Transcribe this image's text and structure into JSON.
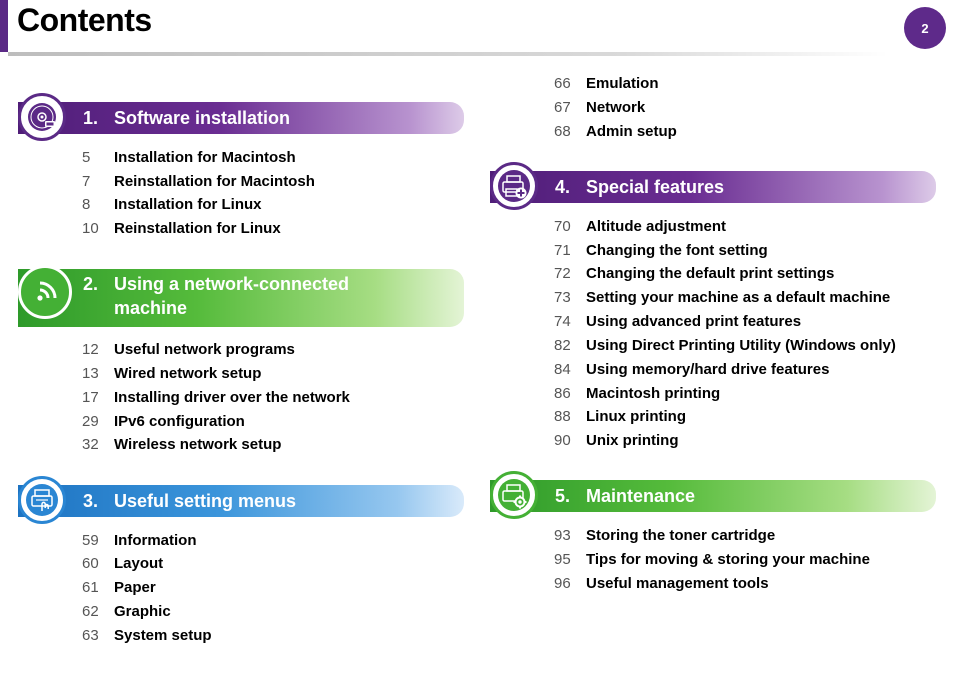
{
  "header": {
    "title": "Contents",
    "page_number": "2"
  },
  "sections": [
    {
      "number": "1.",
      "title": "Software installation",
      "icon": "disc-icon",
      "color": "#5b2a86",
      "entries": [
        {
          "page": "5",
          "label": "Installation for Macintosh"
        },
        {
          "page": "7",
          "label": "Reinstallation for Macintosh"
        },
        {
          "page": "8",
          "label": "Installation for Linux"
        },
        {
          "page": "10",
          "label": "Reinstallation for Linux"
        }
      ]
    },
    {
      "number": "2.",
      "title": "Using a network-connected machine",
      "icon": "wifi-icon",
      "color": "#44b035",
      "entries": [
        {
          "page": "12",
          "label": "Useful network programs"
        },
        {
          "page": "13",
          "label": "Wired network setup"
        },
        {
          "page": "17",
          "label": "Installing driver over the network"
        },
        {
          "page": "29",
          "label": "IPv6  configuration"
        },
        {
          "page": "32",
          "label": "Wireless network setup"
        }
      ]
    },
    {
      "number": "3.",
      "title": "Useful setting menus",
      "icon": "printer-touch-icon",
      "color": "#2a86d3",
      "entries": [
        {
          "page": "59",
          "label": "Information"
        },
        {
          "page": "60",
          "label": "Layout"
        },
        {
          "page": "61",
          "label": "Paper"
        },
        {
          "page": "62",
          "label": "Graphic"
        },
        {
          "page": "63",
          "label": "System setup"
        },
        {
          "page": "66",
          "label": "Emulation"
        },
        {
          "page": "67",
          "label": "Network"
        },
        {
          "page": "68",
          "label": "Admin setup"
        }
      ]
    },
    {
      "number": "4.",
      "title": "Special features",
      "icon": "printer-plus-icon",
      "color": "#5b2a86",
      "entries": [
        {
          "page": "70",
          "label": "Altitude adjustment"
        },
        {
          "page": "71",
          "label": "Changing the font setting"
        },
        {
          "page": "72",
          "label": "Changing the default print settings"
        },
        {
          "page": "73",
          "label": "Setting your machine as a default machine"
        },
        {
          "page": "74",
          "label": "Using advanced print features"
        },
        {
          "page": "82",
          "label": "Using Direct Printing Utility (Windows only)"
        },
        {
          "page": "84",
          "label": "Using memory/hard drive features"
        },
        {
          "page": "86",
          "label": "Macintosh printing"
        },
        {
          "page": "88",
          "label": "Linux printing"
        },
        {
          "page": "90",
          "label": "Unix printing"
        }
      ]
    },
    {
      "number": "5.",
      "title": "Maintenance",
      "icon": "printer-gear-icon",
      "color": "#44b035",
      "entries": [
        {
          "page": "93",
          "label": "Storing the toner cartridge"
        },
        {
          "page": "95",
          "label": "Tips for moving & storing your machine"
        },
        {
          "page": "96",
          "label": "Useful management tools"
        }
      ]
    }
  ]
}
